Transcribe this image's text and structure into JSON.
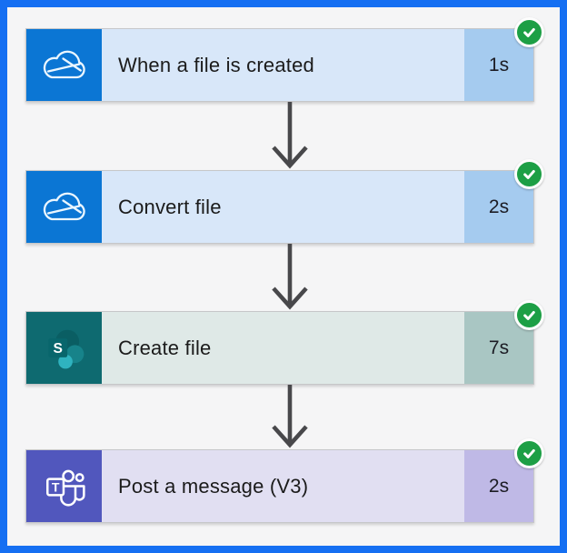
{
  "flow": {
    "status_color": "#1d9f45",
    "frame_color": "#156ff2",
    "background_color": "#f5f5f6",
    "arrow_color": "#48484b",
    "steps": [
      {
        "label": "When a file is created",
        "duration": "1s",
        "icon": "onedrive-icon",
        "status_icon": "check-circle-icon",
        "colors": {
          "icon_bg": "#0b76d4",
          "body": "#d8e7f9",
          "duration_bg": "#a5cbef"
        }
      },
      {
        "label": "Convert file",
        "duration": "2s",
        "icon": "onedrive-icon",
        "status_icon": "check-circle-icon",
        "colors": {
          "icon_bg": "#0b76d4",
          "body": "#d8e7f9",
          "duration_bg": "#a5cbef"
        }
      },
      {
        "label": "Create file",
        "duration": "7s",
        "icon": "sharepoint-icon",
        "icon_letter": "S",
        "status_icon": "check-circle-icon",
        "colors": {
          "icon_bg": "#0e6a70",
          "body": "#dfe9e7",
          "duration_bg": "#a9c6c3"
        }
      },
      {
        "label": "Post a message (V3)",
        "duration": "2s",
        "icon": "teams-icon",
        "icon_letter": "T",
        "status_icon": "check-circle-icon",
        "colors": {
          "icon_bg": "#5157bd",
          "body": "#e1dff2",
          "duration_bg": "#bfb9e6"
        }
      }
    ]
  }
}
